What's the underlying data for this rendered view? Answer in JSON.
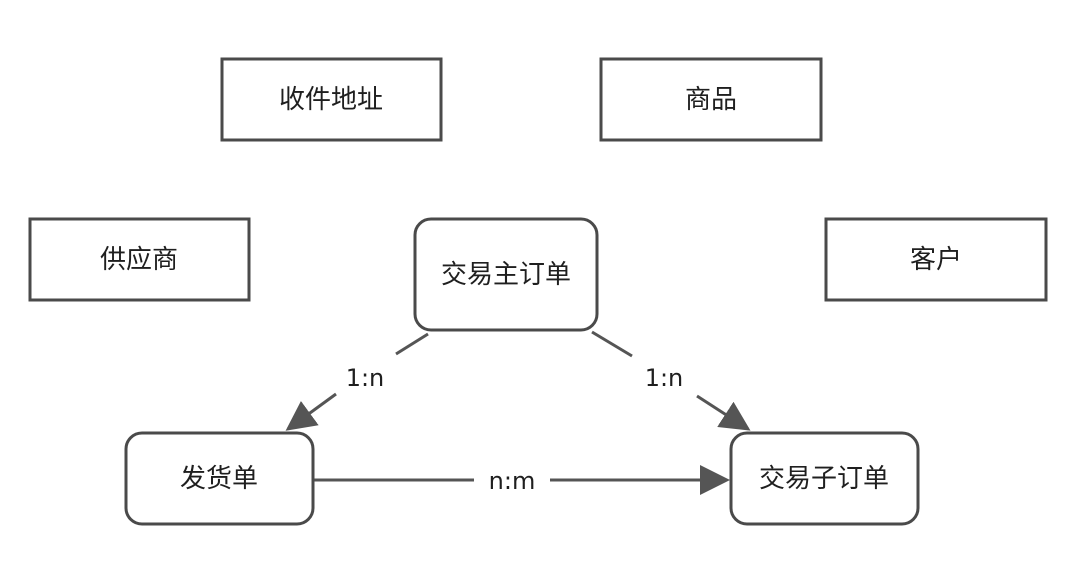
{
  "nodes": {
    "shipping_address": "收件地址",
    "product": "商品",
    "supplier": "供应商",
    "customer": "客户",
    "main_order": "交易主订单",
    "delivery_note": "发货单",
    "sub_order": "交易子订单"
  },
  "edges": {
    "main_to_delivery": "1:n",
    "main_to_sub": "1:n",
    "delivery_to_sub": "n:m"
  },
  "colors": {
    "stroke": "#4a4a4a",
    "text": "#1f1f1f",
    "background": "#ffffff"
  }
}
